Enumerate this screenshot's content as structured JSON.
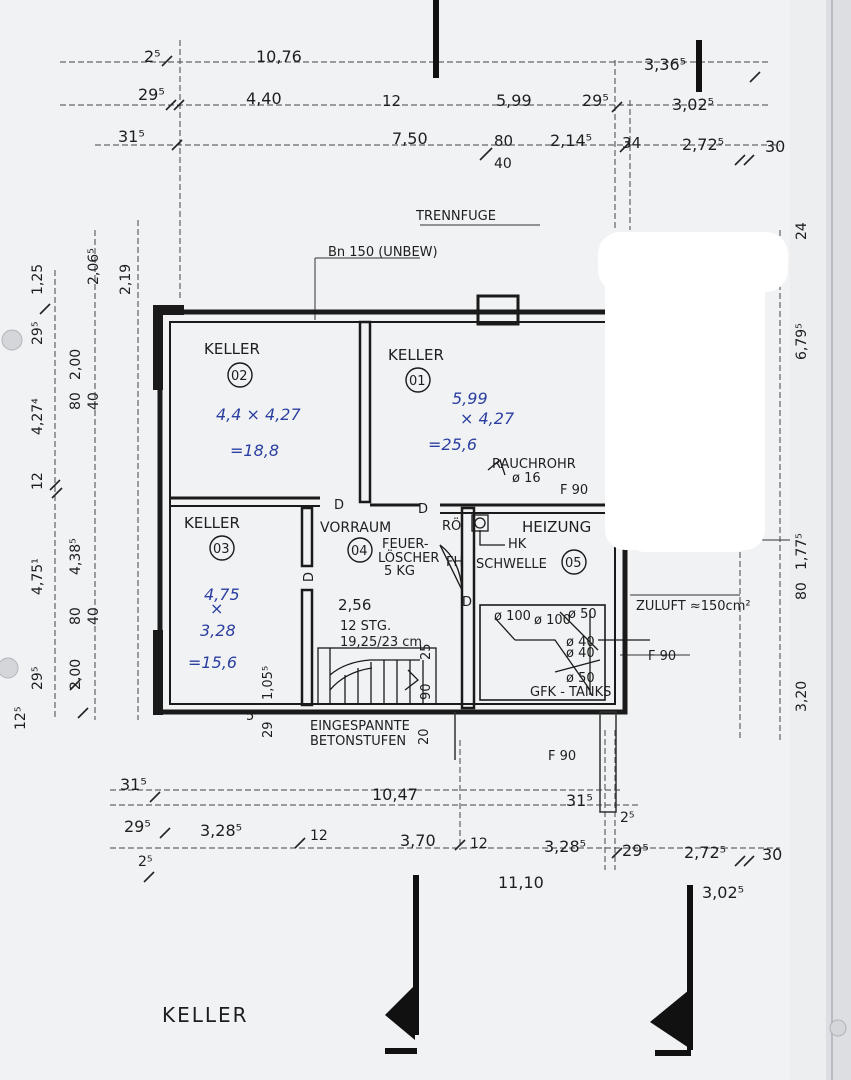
{
  "dims_top": {
    "d1": "2⁵",
    "d2": "29⁵",
    "d3": "31⁵",
    "d4": "10,76",
    "d5": "4,40",
    "d6": "12",
    "d7": "5,99",
    "d8": "29⁵",
    "d9": "3,36⁵",
    "d10": "3,02⁵",
    "d11": "7,50",
    "d12": "80",
    "d13": "40",
    "d14": "2,14⁵",
    "d15": "34",
    "d16": "2,72⁵",
    "d17": "30"
  },
  "dims_left": {
    "l1": "1,25",
    "l2": "2,06⁵",
    "l3": "2,19",
    "l4": "29⁵",
    "l5": "2,00",
    "l6": "80",
    "l7": "40",
    "l8": "4,27⁴",
    "l9": "12",
    "l10": "4,75¹",
    "l11": "4,38⁵",
    "l12": "80",
    "l13": "40",
    "l14": "2,00",
    "l15": "29⁵",
    "l16": "12⁵"
  },
  "dims_right": {
    "r1": "6,79⁵",
    "r2": "24",
    "r3": "80",
    "r4": "1,77⁵",
    "r5": "3,20"
  },
  "dims_bottom": {
    "b1": "31⁵",
    "b2": "10,47",
    "b3": "31⁵",
    "b4": "29⁵",
    "b5": "3,28⁵",
    "b6": "12",
    "b7": "3,70",
    "b8": "12",
    "b9": "3,28⁵",
    "b10": "29⁵",
    "b11": "2,72⁵",
    "b12": "30",
    "b13": "2⁵",
    "b14": "11,10",
    "b15": "3,02⁵",
    "b16": "2⁵"
  },
  "notes": {
    "trennfuge": "TRENNFUGE",
    "bn150": "Bn 150 (UNBEW)",
    "rauchrohr": "RAUCHROHR",
    "rauchrohr_dia": "ø 16",
    "f90_a": "F 90",
    "f90_b": "F 90",
    "f90_c": "F 90",
    "zuluft": "ZULUFT ≈150cm²",
    "eingespannte": "EINGESPANNTE",
    "betonstufen": "BETONSTUFEN",
    "stairs_count": "12 STG.",
    "stairs_ratio": "19,25/23 cm",
    "vorraum_area": "2,56",
    "feuer": "FEUER-",
    "loescher": "LÖSCHER",
    "kg": "5 KG",
    "fh": "FH",
    "schwelle": "SCHWELLE",
    "roe": "RÖ",
    "hk": "HK",
    "gfk": "GFK - TANKS",
    "tank1": "ø 100",
    "tank2": "ø 100",
    "tank3": "ø 50",
    "tank4": "ø 40",
    "tank5": "ø 40",
    "tank6": "ø 50",
    "s25": "25",
    "s90": "90",
    "s20": "20",
    "s1055": "1,05⁵",
    "s29": "29",
    "s5": "5",
    "door_d1": "D",
    "door_d2": "D",
    "door_d3": "D",
    "door_d4": "D"
  },
  "rooms": [
    {
      "name": "KELLER",
      "number": "02",
      "hand1": "4,4 × 4,27",
      "hand2": "=18,8"
    },
    {
      "name": "KELLER",
      "number": "01",
      "hand1": "5,99",
      "hand2": "× 4,27",
      "hand3": "=25,6"
    },
    {
      "name": "KELLER",
      "number": "03",
      "hand1": "4,75",
      "hand2": "×",
      "hand3": "3,28",
      "hand4": "=15,6"
    },
    {
      "name": "VORRAUM",
      "number": "04"
    },
    {
      "name": "HEIZUNG",
      "number": "05"
    }
  ],
  "sheet_title": "KELLER"
}
